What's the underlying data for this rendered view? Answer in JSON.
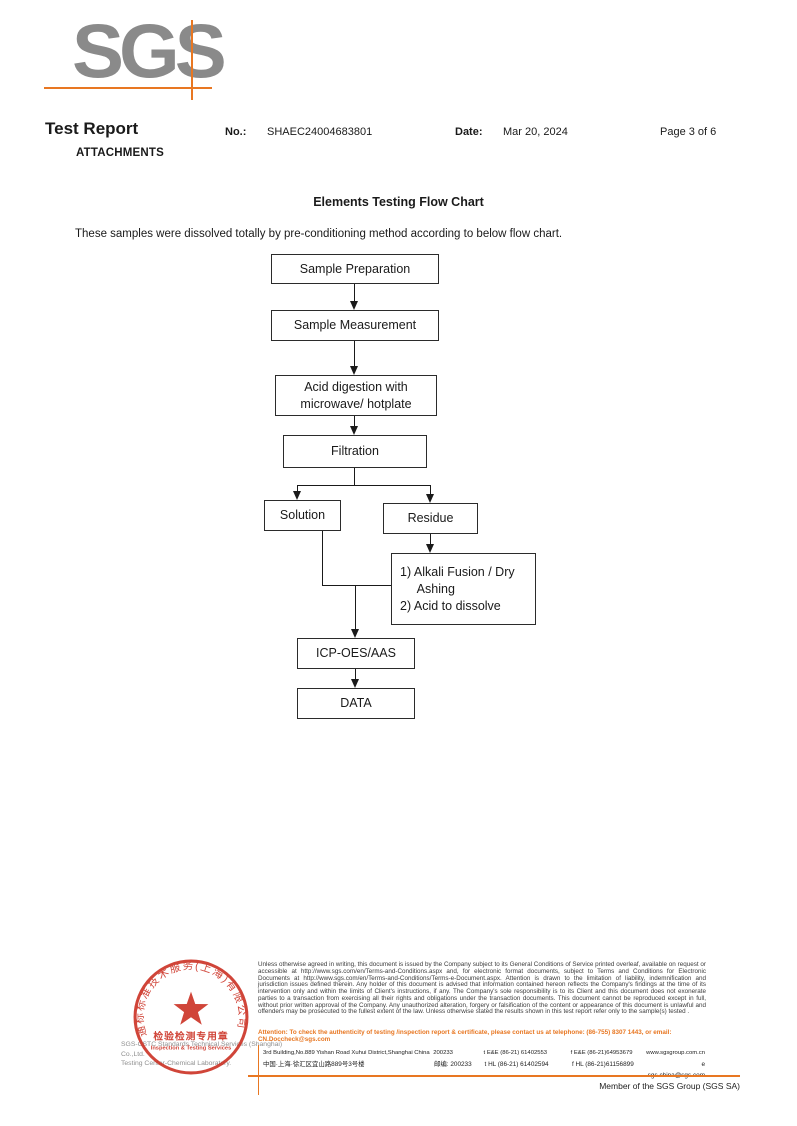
{
  "logo": {
    "text": "SGS"
  },
  "header": {
    "title": "Test Report",
    "subtitle": "ATTACHMENTS",
    "no_label": "No.:",
    "no_value": "SHAEC24004683801",
    "date_label": "Date:",
    "date_value": "Mar 20, 2024",
    "page": "Page 3 of 6"
  },
  "content": {
    "title": "Elements Testing Flow Chart",
    "intro": "These samples were dissolved totally by pre-conditioning method according to below flow chart."
  },
  "flowchart": {
    "boxes": [
      {
        "id": "sample-preparation",
        "label": "Sample Preparation"
      },
      {
        "id": "sample-measurement",
        "label": "Sample Measurement"
      },
      {
        "id": "acid-digestion",
        "label": "Acid digestion with\nmicrowave/ hotplate"
      },
      {
        "id": "filtration",
        "label": "Filtration"
      },
      {
        "id": "solution",
        "label": "Solution"
      },
      {
        "id": "residue",
        "label": "Residue"
      },
      {
        "id": "alkali-fusion",
        "label": "1) Alkali Fusion / Dry\n     Ashing\n2) Acid to dissolve"
      },
      {
        "id": "icp-oes-aas",
        "label": "ICP-OES/AAS"
      },
      {
        "id": "data",
        "label": "DATA"
      }
    ]
  },
  "stamp": {
    "arc_text": "通标标准技术服务(上海)有限公司",
    "center_line1": "检验检测专用章",
    "center_line2": "Inspection & Testing Services",
    "company_line1": "SGS-CSTC Standards Technical Services (Shanghai) Co.,Ltd.",
    "company_line2": "Testing Center-Chemical Laboratory."
  },
  "footer": {
    "legal_text": "Unless otherwise agreed in writing, this document is issued by the Company subject to its General Conditions of Service printed overleaf, available on request or accessible at http://www.sgs.com/en/Terms-and-Conditions.aspx and, for electronic format documents, subject to Terms and Conditions for Electronic Documents at http://www.sgs.com/en/Terms-and-Conditions/Terms-e-Document.aspx. Attention is drawn to the limitation of liability, indemnification and jurisdiction issues defined therein. Any holder of this document is advised that information contained hereon reflects the Company's findings at the time of its intervention only and within the limits of Client's instructions, if any. The Company's sole responsibility is to its Client and this document does not exonerate parties to a transaction from exercising all their rights and obligations under the transaction documents. This document cannot be reproduced except in full, without prior written approval of the Company. Any unauthorized alteration, forgery or falsification of the content or appearance of this document is unlawful and offenders may be prosecuted to the fullest extent of the law. Unless otherwise stated the results shown in this test report refer only to the sample(s) tested .",
    "attention_text": "Attention: To check the authenticity of testing /inspection report & certificate, please contact us at telephone: (86-755) 8307 1443, or email: CN.Doccheck@sgs.com",
    "address_rows": [
      {
        "cols": [
          "3rd Building,No.889 Yishan Road Xuhui District,Shanghai China",
          "200233",
          "t E&E (86-21) 61402553",
          "f E&E (86-21)64953679",
          "www.sgsgroup.com.cn"
        ]
      },
      {
        "cols": [
          "中国·上海·徐汇区宜山路889号3号楼",
          "邮编: 200233",
          "t HL (86-21) 61402594",
          "f HL (86-21)61156899",
          "e  sgs.china@sgs.com"
        ]
      }
    ],
    "member_text": "Member of the SGS Group (SGS SA)"
  },
  "colors": {
    "accent_orange": "#e87722",
    "logo_gray": "#8a8a8a",
    "stamp_red": "#cc3124"
  }
}
